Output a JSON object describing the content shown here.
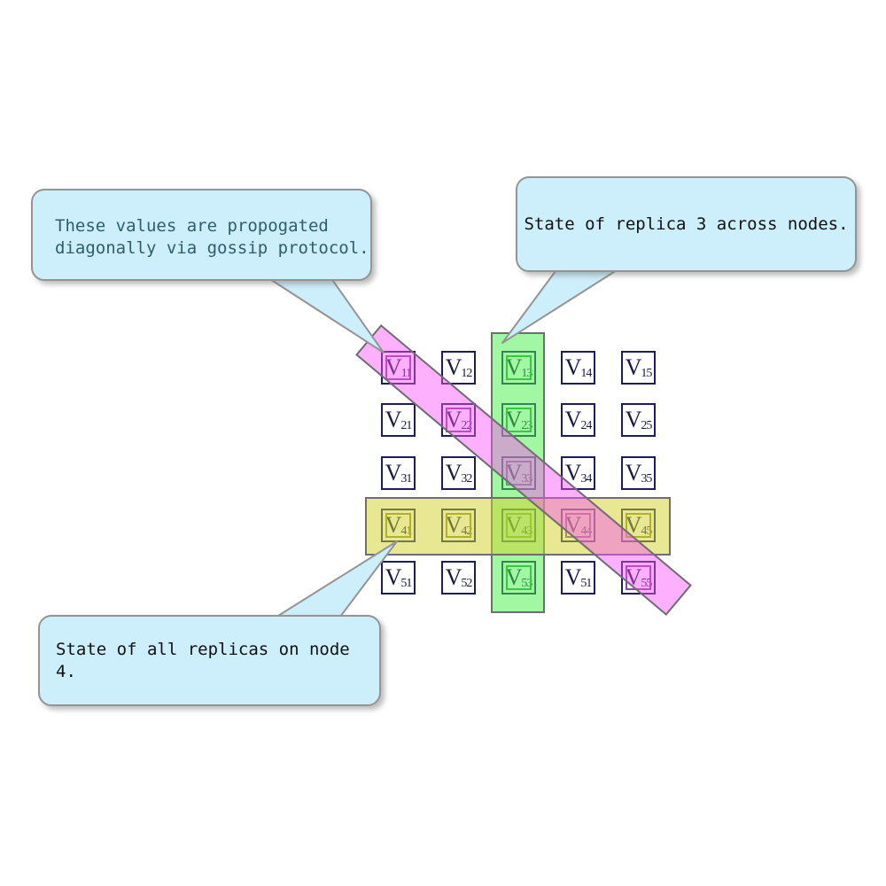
{
  "colors": {
    "bubble_fill": "#cdeefb",
    "bubble_border": "#949494",
    "cell_border": "#1c1c5e",
    "cell_text": "#1a1a40",
    "band_border": "#6e6e6e",
    "green_band": "rgba(70,240,70,0.5)",
    "yellow_band": "rgba(210,210,40,0.5)",
    "pink_band": "rgba(250,80,250,0.45)",
    "inner_green": "#2e9e46",
    "inner_olive": "#8f8f33",
    "inner_purple": "#8f44a8",
    "gossip_text": "#2e5d6e",
    "dark_text": "#111111"
  },
  "callouts": [
    {
      "id": "gossip",
      "text_line1": "These values are propogated",
      "text_line2": "diagonally via gossip protocol.",
      "points_to": "diagonal-band"
    },
    {
      "id": "replica3",
      "text": "State of replica 3 across nodes.",
      "points_to": "replica-3-column-band"
    },
    {
      "id": "node4",
      "text": "State of all replicas on node 4.",
      "points_to": "node-4-row-band"
    }
  ],
  "bands": [
    {
      "id": "replica-3-column-band",
      "color_key": "green_band",
      "meaning": "State of replica 3 across nodes"
    },
    {
      "id": "node-4-row-band",
      "color_key": "yellow_band",
      "meaning": "State of all replicas on node 4"
    },
    {
      "id": "diagonal-gossip-band",
      "color_key": "pink_band",
      "meaning": "Values propagated diagonally via gossip protocol"
    }
  ],
  "matrix": {
    "symbol": "V",
    "rows": 5,
    "cols": 5,
    "cells": [
      {
        "sub": "11",
        "hl": "purple"
      },
      {
        "sub": "12",
        "hl": null
      },
      {
        "sub": "13",
        "hl": "green"
      },
      {
        "sub": "14",
        "hl": null
      },
      {
        "sub": "15",
        "hl": null
      },
      {
        "sub": "21",
        "hl": null
      },
      {
        "sub": "22",
        "hl": "purple"
      },
      {
        "sub": "23",
        "hl": "green"
      },
      {
        "sub": "24",
        "hl": null
      },
      {
        "sub": "25",
        "hl": null
      },
      {
        "sub": "31",
        "hl": null
      },
      {
        "sub": "32",
        "hl": null
      },
      {
        "sub": "33",
        "hl": "purple"
      },
      {
        "sub": "34",
        "hl": null
      },
      {
        "sub": "35",
        "hl": null
      },
      {
        "sub": "41",
        "hl": "olive"
      },
      {
        "sub": "42",
        "hl": "olive"
      },
      {
        "sub": "43",
        "hl": "olive"
      },
      {
        "sub": "44",
        "hl": "purple"
      },
      {
        "sub": "45",
        "hl": "olive"
      },
      {
        "sub": "51",
        "hl": null
      },
      {
        "sub": "52",
        "hl": null
      },
      {
        "sub": "53",
        "hl": "green"
      },
      {
        "sub": "51",
        "hl": null
      },
      {
        "sub": "55",
        "hl": "purple"
      }
    ]
  }
}
